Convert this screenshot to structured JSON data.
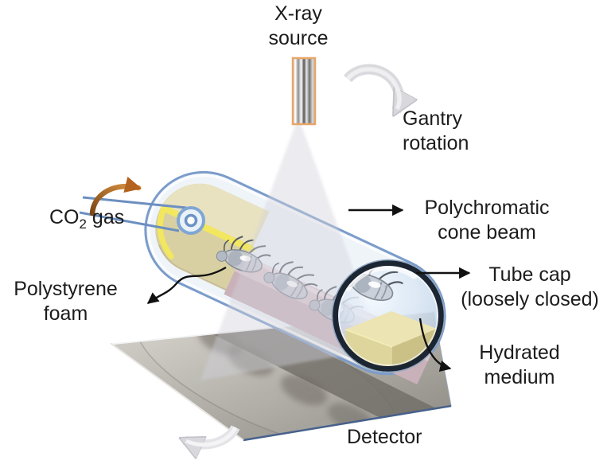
{
  "figure": {
    "type": "scientific-diagram",
    "description": "Micro-CT scanner setup for imaging live insects inside a loosely capped tube",
    "labels": {
      "xray_source": "X-ray\nsource",
      "gantry_rotation": "Gantry\nrotation",
      "polychromatic": "Polychromatic\ncone beam",
      "tube_cap": "Tube cap\n(loosely closed)",
      "hydrated_medium": "Hydrated\nmedium",
      "detector": "Detector",
      "polystyrene": "Polystyrene\nfoam",
      "co2": {
        "pre": "CO",
        "sub": "2",
        "post": " gas"
      }
    },
    "parts": [
      "x-ray-source-rod",
      "polychromatic-cone-beam",
      "gantry-rotation-arrow-top",
      "gantry-rotation-arrow-bottom",
      "sample-tube",
      "co2-gas-inlet",
      "co2-flow-arrow",
      "polystyrene-foam-block",
      "insect-tray",
      "insects",
      "tube-cap-circle",
      "hydrated-medium-block",
      "detector-plate",
      "insect-projection-shadows"
    ],
    "colors": {
      "text": "#1c1c1c",
      "black_arrow": "#111111",
      "tube_outline": "#7b9cca",
      "tube_fill": "rgba(224,233,244,0.5)",
      "cap_ring": "#1c2532",
      "foam_body": "#d8d0a2",
      "foam_top": "#e9e2c0",
      "foam_stripe": "#f2e75e",
      "tray_top": "#ddc7cf",
      "tray_front": "#c9b1ba",
      "medium_top": "#ece4b2",
      "medium_front": "#ded59c",
      "medium_side": "#cbc187",
      "cone_beam": "rgba(209,209,219,0.42)",
      "plate_band": "#716d66",
      "source_border": "#e8a668",
      "inlet_blue": "#6c8fc0",
      "orange_arrow": "#b3621f",
      "gray_arrow": "#d9d9de"
    }
  }
}
